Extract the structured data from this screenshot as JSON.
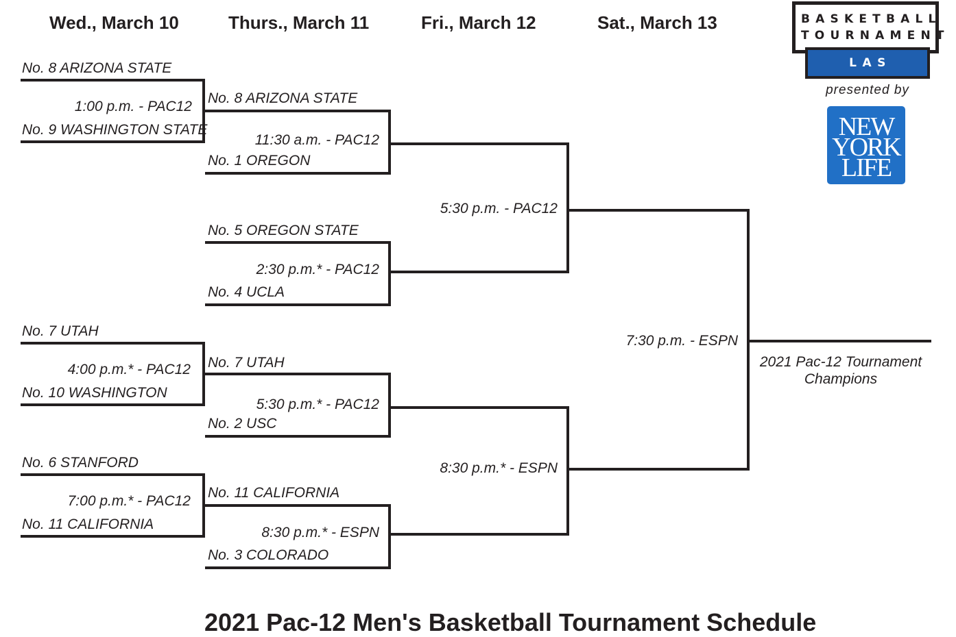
{
  "days": [
    "Wed., March 10",
    "Thurs., March 11",
    "Fri., March 12",
    "Sat., March 13"
  ],
  "teams": {
    "w1_top": "No. 8 ARIZONA STATE",
    "w1_bottom": "No. 9 WASHINGTON STATE",
    "w2_top": "No. 7 UTAH",
    "w2_bottom": "No. 10 WASHINGTON",
    "w3_top": "No. 6 STANFORD",
    "w3_bottom": "No. 11 CALIFORNIA",
    "t1_top": "No. 8 ARIZONA STATE",
    "t1_bottom": "No. 1 OREGON",
    "t2_top": "No. 5 OREGON STATE",
    "t2_bottom": "No. 4 UCLA",
    "t3_top": "No. 7 UTAH",
    "t3_bottom": "No. 2 USC",
    "t4_top": "No. 11 CALIFORNIA",
    "t4_bottom": "No. 3 COLORADO"
  },
  "times": {
    "w1": "1:00 p.m. - PAC12",
    "w2": "4:00 p.m.* - PAC12",
    "w3": "7:00 p.m.* - PAC12",
    "t1": "11:30 a.m. - PAC12",
    "t2": "2:30 p.m.* - PAC12",
    "t3": "5:30 p.m.* - PAC12",
    "t4": "8:30 p.m.* - ESPN",
    "f1": "5:30 p.m. - PAC12",
    "f2": "8:30 p.m.* - ESPN",
    "s1": "7:30 p.m. - ESPN"
  },
  "champion_label": "2021 Pac-12 Tournament Champions",
  "logo": {
    "line1": "BASKETBALL",
    "line2": "TOURNAMENT",
    "city": "LAS VEGAS",
    "presented_by": "presented by",
    "sponsor": [
      "NEW",
      "YORK",
      "LIFE"
    ]
  },
  "footer_title": "2021 Pac-12 Men's Basketball Tournament Schedule",
  "colors": {
    "ink": "#231f20",
    "blue": "#1f5faf",
    "sponsor_blue": "#2170c6"
  }
}
